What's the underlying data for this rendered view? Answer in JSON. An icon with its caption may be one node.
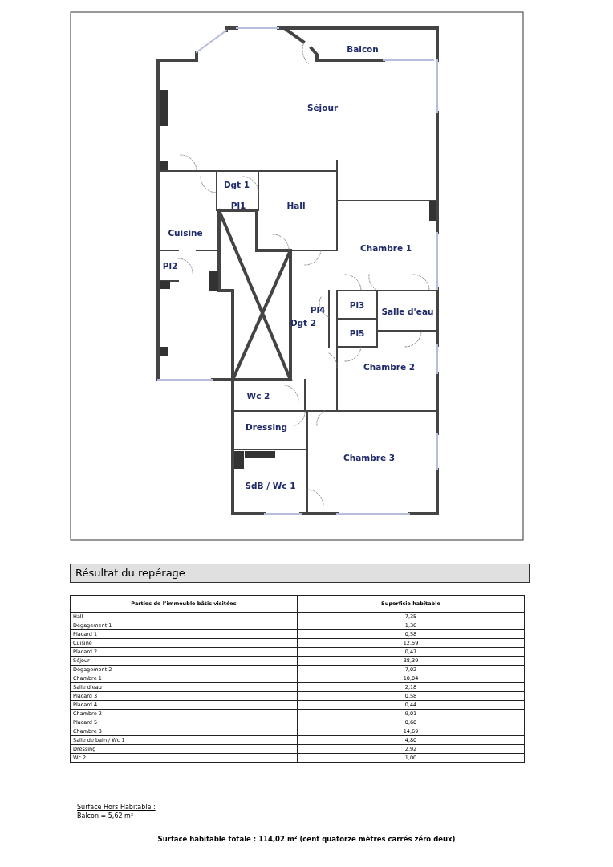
{
  "diagram": {
    "title": "Résultat du repérage",
    "labels": [
      "Balcon",
      "Séjour",
      "Dgt 1",
      "Pl1",
      "Hall",
      "Cuisine",
      "Chambre 1",
      "Pl2",
      "Pl3",
      "Pl4",
      "Salle d'eau",
      "Dgt 2",
      "Pl5",
      "Chambre 2",
      "Wc 2",
      "Dressing",
      "Chambre 3",
      "SdB / Wc 1",
      "Parties de l’immeuble bâtis visitées",
      "Superficie habitable",
      "Hall",
      "7,35",
      "Dégagement 1",
      "1,36",
      "Placard 1",
      "0,58",
      "Cuisine",
      "12,59",
      "Placard 2",
      "0,47",
      "Séjour",
      "38,39",
      "Dégagement 2",
      "7,02",
      "Chambre 1",
      "10,04",
      "Salle d'eau",
      "2,18",
      "Placard 3",
      "0,58",
      "Placard 4",
      "0,44",
      "Chambre 2",
      "9,01",
      "Placard 5",
      "0,60",
      "Chambre 3",
      "14,69",
      "Salle de bain / Wc 1",
      "4,80",
      "Dressing",
      "2,92",
      "Wc 2",
      "1,00",
      "Surface Hors Habitable :",
      "Balcon = 5,62 m²",
      "Surface habitable totale : 114,02 m² (cent quatorze mètres carrés zéro deux)"
    ]
  }
}
